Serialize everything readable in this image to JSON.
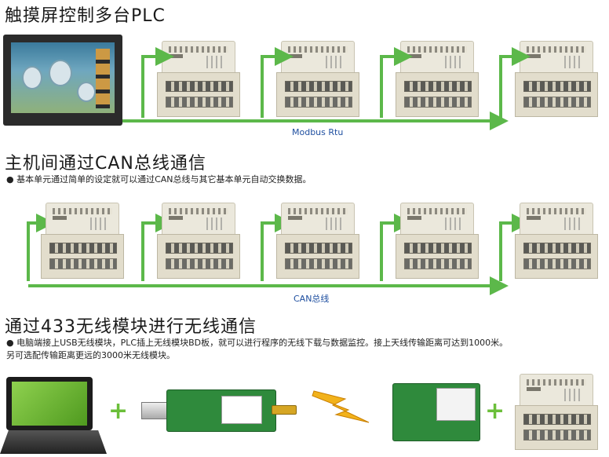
{
  "sections": [
    {
      "title": "触摸屏控制多台PLC",
      "bus_label": "Modbus Rtu"
    },
    {
      "title": "主机间通过CAN总线通信",
      "desc": "●  基本单元通过简单的设定就可以通过CAN总线与其它基本单元自动交换数据。",
      "bus_label": "CAN总线"
    },
    {
      "title": "通过433无线模块进行无线通信",
      "desc_line1": "●  电脑端接上USB无线模块，PLC插上无线模块BD板，就可以进行程序的无线下载与数据监控。接上天线传输距离可达到1000米。",
      "desc_line2": "另可选配传输距离更远的3000米无线模块。"
    }
  ],
  "plus_sign": "+",
  "colors": {
    "bus": "#5cb84a",
    "label": "#1f4fa0"
  }
}
